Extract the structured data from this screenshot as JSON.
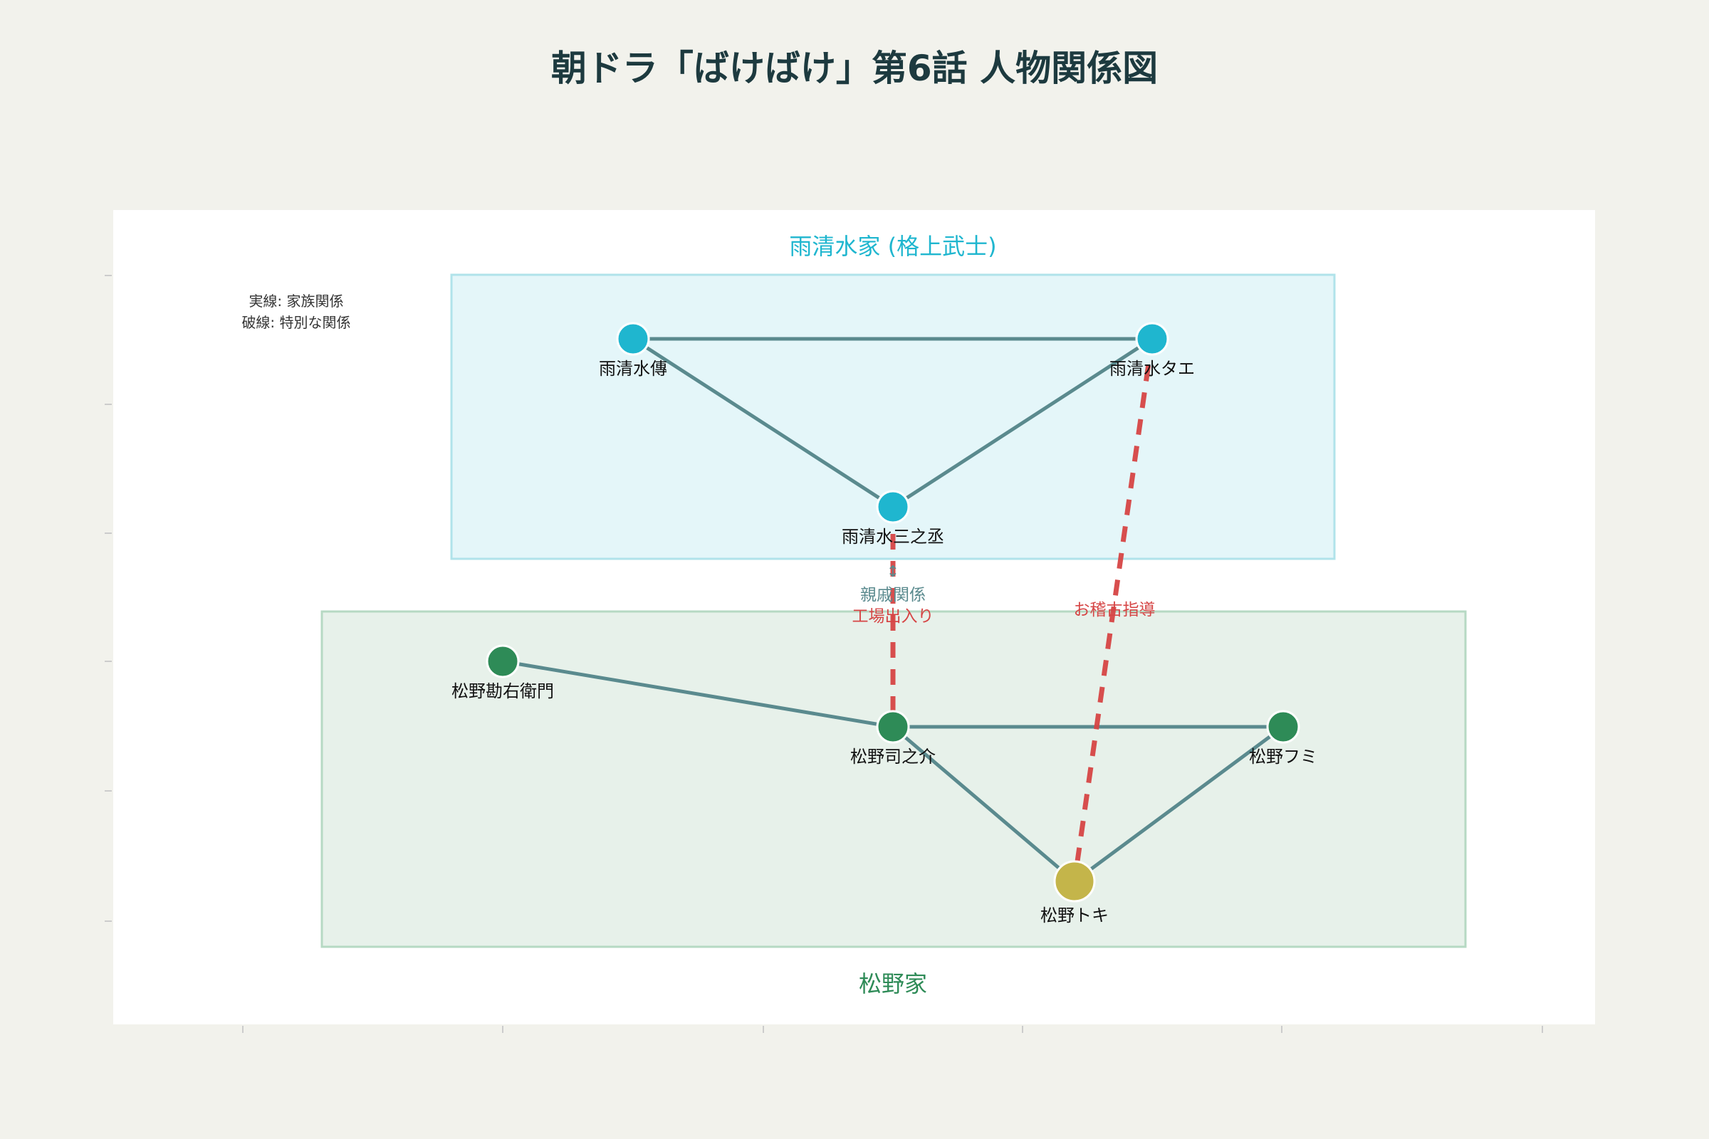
{
  "title": "朝ドラ「ばけばけ」第6話 人物関係図",
  "groups": {
    "ameshimizu": {
      "label": "雨清水家 (格上武士)",
      "color": "#1fb6cf"
    },
    "matsuno": {
      "label": "松野家",
      "color": "#2e8b57"
    }
  },
  "legend": {
    "solid": "実線: 家族関係",
    "dashed": "破線: 特別な関係"
  },
  "nodes": [
    {
      "id": "den",
      "name": "雨清水傳",
      "group": "ameshimizu"
    },
    {
      "id": "tae",
      "name": "雨清水タエ",
      "group": "ameshimizu"
    },
    {
      "id": "sannojo",
      "name": "雨清水三之丞",
      "group": "ameshimizu"
    },
    {
      "id": "kanemon",
      "name": "松野勘右衛門",
      "group": "matsuno"
    },
    {
      "id": "tsukasanosuke",
      "name": "松野司之介",
      "group": "matsuno"
    },
    {
      "id": "fumi",
      "name": "松野フミ",
      "group": "matsuno"
    },
    {
      "id": "toki",
      "name": "松野トキ",
      "group": "matsuno",
      "highlight": true
    }
  ],
  "edges": [
    {
      "from": "den",
      "to": "tae",
      "type": "solid"
    },
    {
      "from": "den",
      "to": "sannojo",
      "type": "solid"
    },
    {
      "from": "tae",
      "to": "sannojo",
      "type": "solid"
    },
    {
      "from": "kanemon",
      "to": "tsukasanosuke",
      "type": "solid"
    },
    {
      "from": "tsukasanosuke",
      "to": "fumi",
      "type": "solid"
    },
    {
      "from": "tsukasanosuke",
      "to": "toki",
      "type": "solid"
    },
    {
      "from": "fumi",
      "to": "toki",
      "type": "solid"
    },
    {
      "from": "sannojo",
      "to": "tsukasanosuke",
      "type": "dashed",
      "arrow": "↕",
      "label1": "親戚関係",
      "label2": "工場出入り"
    },
    {
      "from": "tae",
      "to": "toki",
      "type": "dashed",
      "label1": "お稽古指導"
    }
  ],
  "colors": {
    "edge": "#5a8a8e",
    "dashed": "#d64545",
    "toki": "#c4b54a",
    "background": "#f2f2ec"
  }
}
